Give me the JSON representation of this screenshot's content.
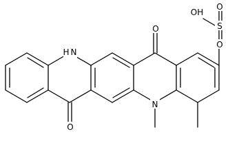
{
  "molecule": {
    "labels": {
      "oh": "OH",
      "s": "S",
      "o_upper": "O",
      "o_lower": "O",
      "o_keto_top": "O",
      "o_keto_bottom": "O",
      "nh": "H",
      "nh_n": "N",
      "n_methyl": "N"
    }
  }
}
